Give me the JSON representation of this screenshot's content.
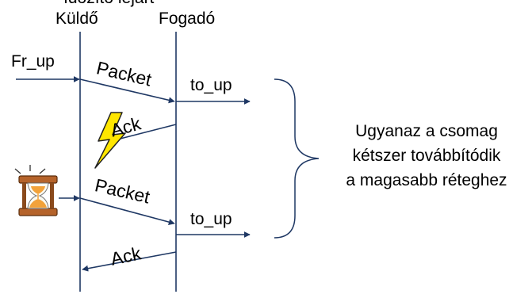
{
  "header": {
    "top_partial": "Időzítő lejárt",
    "sender": "Küldő",
    "receiver": "Fogadó"
  },
  "labels": {
    "fr_up": "Fr_up",
    "packet_1": "Packet",
    "to_up_1": "to_up",
    "ack_1": "Ack",
    "packet_2": "Packet",
    "to_up_2": "to_up",
    "ack_2": "Ack"
  },
  "note": {
    "line1": "Ugyanaz a csomag",
    "line2": "kétszer továbbítódik",
    "line3": "a magasabb réteghez"
  },
  "icons": {
    "lightning": "lightning-bolt-icon",
    "timer": "hourglass-icon"
  },
  "colors": {
    "line": "#1f3864",
    "bolt_fill": "#ffe600",
    "bolt_stroke": "#222222",
    "hourglass_sand": "#f2a23a",
    "hourglass_frame": "#8a4a1c"
  }
}
